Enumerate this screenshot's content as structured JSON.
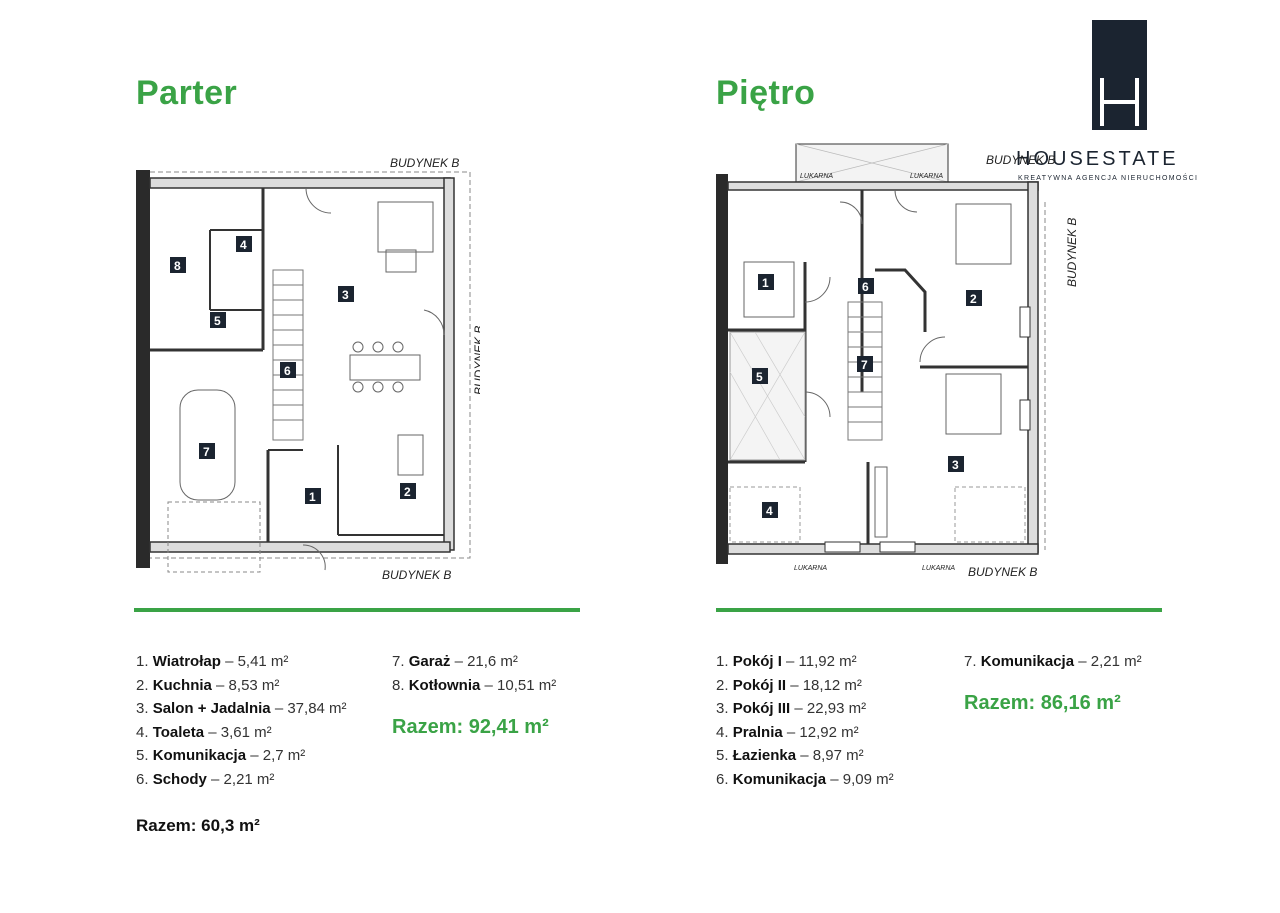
{
  "logo": {
    "name": "HOUSESTATE",
    "tagline": "KREATYWNA AGENCJA NIERUCHOMOŚCI",
    "accent": "#1b2430"
  },
  "colors": {
    "green": "#3aa346"
  },
  "parter": {
    "title": "Parter",
    "plan_labels": {
      "top": "BUDYNEK B",
      "right": "BUDYNEK B",
      "bottom": "BUDYNEK B"
    },
    "room_numbers": [
      "1",
      "2",
      "3",
      "4",
      "5",
      "6",
      "7",
      "8"
    ],
    "items": [
      {
        "num": "1.",
        "name": "Wiatrołap",
        "area": "– 5,41 m²"
      },
      {
        "num": "2.",
        "name": "Kuchnia",
        "area": "– 8,53 m²"
      },
      {
        "num": "3.",
        "name": "Salon + Jadalnia",
        "area": "– 37,84 m²"
      },
      {
        "num": "4.",
        "name": "Toaleta",
        "area": "– 3,61 m²"
      },
      {
        "num": "5.",
        "name": "Komunikacja",
        "area": "– 2,7 m²"
      },
      {
        "num": "6.",
        "name": "Schody",
        "area": "– 2,21 m²"
      }
    ],
    "items2": [
      {
        "num": "7.",
        "name": "Garaż",
        "area": "– 21,6 m²"
      },
      {
        "num": "8.",
        "name": "Kotłownia",
        "area": "– 10,51 m²"
      }
    ],
    "total_green": "Razem: 92,41 m²",
    "total_black": "Razem: 60,3 m²"
  },
  "pietro": {
    "title": "Piętro",
    "plan_labels": {
      "top": "BUDYNEK B",
      "right": "BUDYNEK B",
      "bottom": "BUDYNEK B",
      "lukarna": "LUKARNA"
    },
    "room_numbers": [
      "1",
      "2",
      "3",
      "4",
      "5",
      "6",
      "7"
    ],
    "items": [
      {
        "num": "1.",
        "name": "Pokój I",
        "area": "– 11,92 m²"
      },
      {
        "num": "2.",
        "name": "Pokój II",
        "area": "– 18,12 m²"
      },
      {
        "num": "3.",
        "name": "Pokój III",
        "area": "– 22,93 m²"
      },
      {
        "num": "4.",
        "name": "Pralnia",
        "area": "– 12,92 m²"
      },
      {
        "num": "5.",
        "name": "Łazienka",
        "area": "– 8,97 m²"
      },
      {
        "num": "6.",
        "name": "Komunikacja",
        "area": "– 9,09 m²"
      }
    ],
    "items2": [
      {
        "num": "7.",
        "name": "Komunikacja",
        "area": "– 2,21 m²"
      }
    ],
    "total_green": "Razem: 86,16 m²"
  }
}
